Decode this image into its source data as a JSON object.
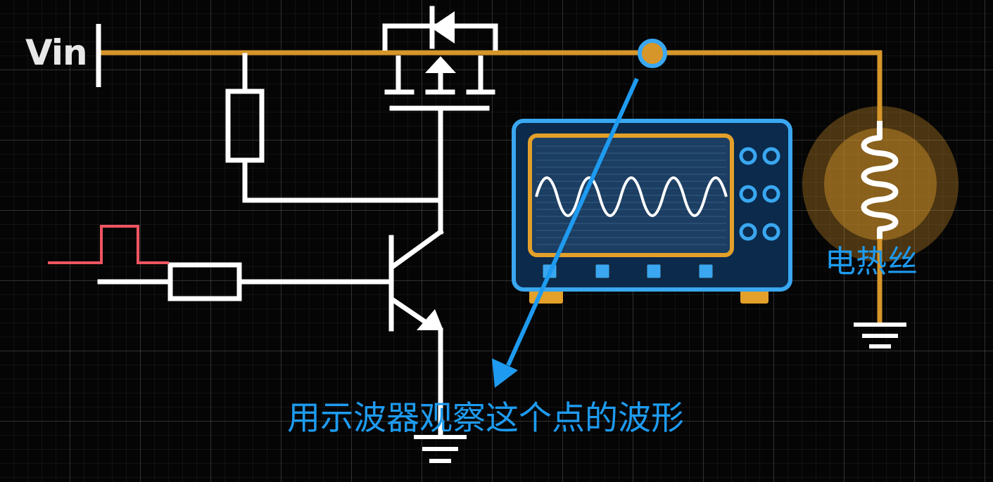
{
  "labels": {
    "vin": "Vin",
    "heater": "电热丝",
    "probe_note": "用示波器观察这个点的波形"
  },
  "colors": {
    "background": "#050505",
    "grid": "#2a2a2a",
    "circuit_wire": "#ffffff",
    "supply_rail": "#d7962a",
    "pulse_signal": "#ef5561",
    "annotation_blue": "#1e9bf0",
    "scope_body": "#0b2a4c",
    "scope_frame": "#3aa7f0",
    "scope_screen_frame": "#e3a02a",
    "heater_glow": "#d7962a"
  },
  "icons": {
    "oscilloscope": "oscilloscope-icon",
    "probe_arrow": "arrow-icon",
    "mosfet": "mosfet-symbol",
    "transistor": "npn-transistor-symbol",
    "resistor": "resistor-symbol",
    "heater": "heating-coil-symbol",
    "ground": "ground-symbol",
    "probe_point": "probe-point-node"
  }
}
